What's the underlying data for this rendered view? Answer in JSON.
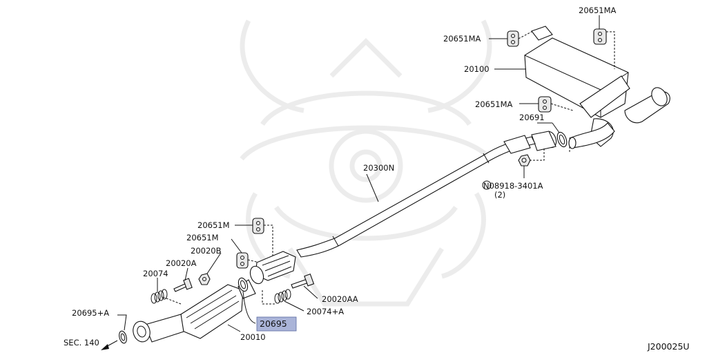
{
  "diagram": {
    "code": "J200025U",
    "section_ref": "SEC. 140",
    "highlight_color": "#aab4d8",
    "watermark": "samurai-helmet-logo",
    "labels": {
      "hanger_top_right": "20651MA",
      "hanger_top_left": "20651MA",
      "muffler": "20100",
      "hanger_mid": "20651MA",
      "seal_ring": "20691",
      "center_pipe": "20300N",
      "nut_code": "N08918-3401A",
      "nut_qty": "(2)",
      "hanger_front_upper": "20651M",
      "hanger_front_lower": "20651M",
      "nut_front": "20020B",
      "bolt_front": "20020A",
      "spring_front": "20074",
      "gasket_front": "20695+A",
      "bolt_rear": "20020AA",
      "spring_rear": "20074+A",
      "gasket_highlighted": "20695",
      "front_tube": "20010"
    }
  }
}
